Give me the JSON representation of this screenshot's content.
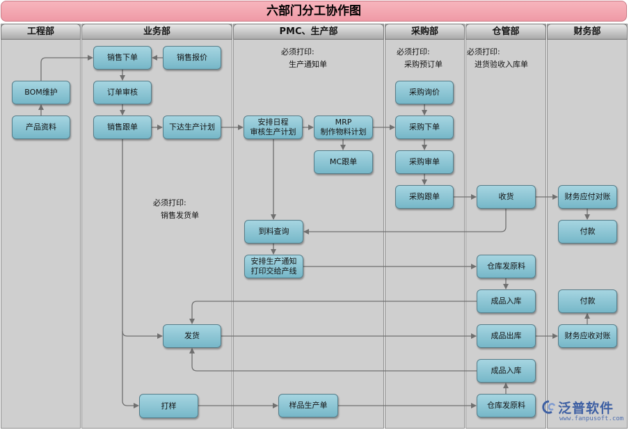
{
  "title": "六部门分工协作图",
  "lanes": [
    {
      "label": "工程部"
    },
    {
      "label": "业务部"
    },
    {
      "label": "PMC、生产部"
    },
    {
      "label": "采购部"
    },
    {
      "label": "仓管部"
    },
    {
      "label": "财务部"
    }
  ],
  "nodes": {
    "bom": "BOM维护",
    "product_info": "产品资料",
    "sales_order": "销售下单",
    "sales_quote": "销售报价",
    "order_review": "订单审核",
    "sales_follow": "销售跟单",
    "issue_plan": "下达生产计划",
    "arrange_schedule": "安排日程\n审核生产计划",
    "mrp": "MRP\n制作物料计划",
    "mc_follow": "MC跟单",
    "material_check": "到料查询",
    "prod_notice": "安排生产通知\n打印交给产线",
    "purchase_inquiry": "采购询价",
    "purchase_order": "采购下单",
    "purchase_review": "采购审单",
    "purchase_follow": "采购跟单",
    "receive": "收货",
    "warehouse_issue_1": "仓库发原料",
    "finished_in_1": "成品入库",
    "finished_out": "成品出库",
    "finished_in_2": "成品入库",
    "warehouse_issue_2": "仓库发原料",
    "ap_reconcile": "财务应付对账",
    "pay_1": "付款",
    "pay_2": "付款",
    "ar_reconcile": "财务应收对账",
    "ship": "发货",
    "sample": "打样",
    "sample_prod": "样品生产单"
  },
  "notes": {
    "pmc": "必须打印:\n　生产通知单",
    "purchase": "必须打印:\n　采购预订单",
    "warehouse": "必须打印:\n　进货验收入库单",
    "sales": "必须打印:\n　销售发货单"
  },
  "logo": {
    "name": "泛普软件",
    "url": "www.fanpusoft.com"
  },
  "colors": {
    "title_bar": "#f2a3ae",
    "node": "#8cc6d5",
    "lane": "#cfcfcf"
  }
}
